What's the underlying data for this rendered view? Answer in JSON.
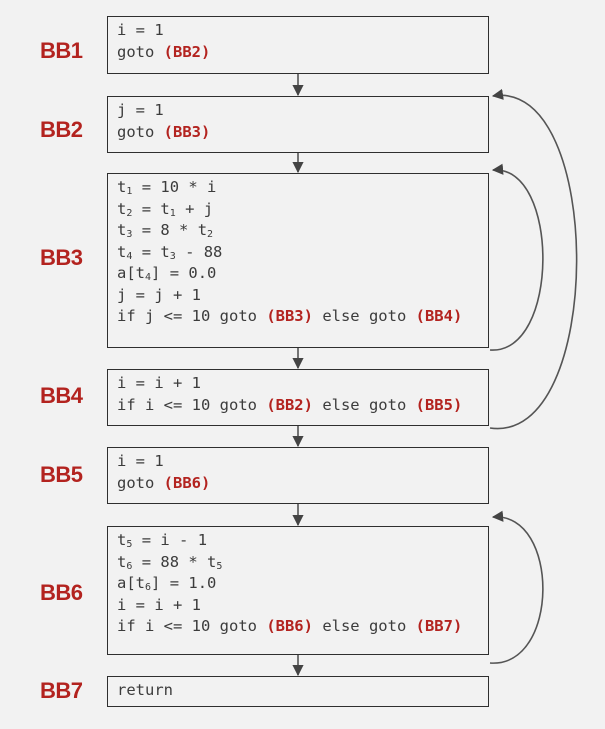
{
  "colors": {
    "accent": "#b3231f",
    "text": "#3c3c3c",
    "border": "#2f2f2f",
    "background": "#f2f2f2"
  },
  "blocks": [
    {
      "label": "BB1",
      "lines": [
        [
          {
            "t": "i = 1"
          }
        ],
        [
          {
            "t": "goto "
          },
          {
            "t": "(BB2)",
            "r": 1
          }
        ]
      ]
    },
    {
      "label": "BB2",
      "lines": [
        [
          {
            "t": "j = 1"
          }
        ],
        [
          {
            "t": "goto "
          },
          {
            "t": "(BB3)",
            "r": 1
          }
        ]
      ]
    },
    {
      "label": "BB3",
      "lines": [
        [
          {
            "t": "t"
          },
          {
            "t": "1",
            "s": 1
          },
          {
            "t": " = 10 * i"
          }
        ],
        [
          {
            "t": "t"
          },
          {
            "t": "2",
            "s": 1
          },
          {
            "t": " = t"
          },
          {
            "t": "1",
            "s": 1
          },
          {
            "t": " + j"
          }
        ],
        [
          {
            "t": "t"
          },
          {
            "t": "3",
            "s": 1
          },
          {
            "t": " = 8 * t"
          },
          {
            "t": "2",
            "s": 1
          }
        ],
        [
          {
            "t": "t"
          },
          {
            "t": "4",
            "s": 1
          },
          {
            "t": " = t"
          },
          {
            "t": "3",
            "s": 1
          },
          {
            "t": " - 88"
          }
        ],
        [
          {
            "t": "a[t"
          },
          {
            "t": "4",
            "s": 1
          },
          {
            "t": "] = 0.0"
          }
        ],
        [
          {
            "t": "j = j + 1"
          }
        ],
        [
          {
            "t": "if j <= 10 goto "
          },
          {
            "t": "(BB3)",
            "r": 1
          },
          {
            "t": " else goto "
          },
          {
            "t": "(BB4)",
            "r": 1
          }
        ]
      ]
    },
    {
      "label": "BB4",
      "lines": [
        [
          {
            "t": "i = i + 1"
          }
        ],
        [
          {
            "t": "if i <= 10 goto "
          },
          {
            "t": "(BB2)",
            "r": 1
          },
          {
            "t": " else goto "
          },
          {
            "t": "(BB5)",
            "r": 1
          }
        ]
      ]
    },
    {
      "label": "BB5",
      "lines": [
        [
          {
            "t": "i = 1"
          }
        ],
        [
          {
            "t": "goto "
          },
          {
            "t": "(BB6)",
            "r": 1
          }
        ]
      ]
    },
    {
      "label": "BB6",
      "lines": [
        [
          {
            "t": "t"
          },
          {
            "t": "5",
            "s": 1
          },
          {
            "t": " = i - 1"
          }
        ],
        [
          {
            "t": "t"
          },
          {
            "t": "6",
            "s": 1
          },
          {
            "t": " = 88 * t"
          },
          {
            "t": "5",
            "s": 1
          }
        ],
        [
          {
            "t": "a[t"
          },
          {
            "t": "6",
            "s": 1
          },
          {
            "t": "] = 1.0"
          }
        ],
        [
          {
            "t": "i = i + 1"
          }
        ],
        [
          {
            "t": "if i <= 10 goto "
          },
          {
            "t": "(BB6)",
            "r": 1
          },
          {
            "t": " else goto "
          },
          {
            "t": "(BB7)",
            "r": 1
          }
        ]
      ]
    },
    {
      "label": "BB7",
      "lines": [
        [
          {
            "t": "return"
          }
        ]
      ]
    }
  ],
  "back_edges": [
    {
      "from": "BB3",
      "to": "BB3"
    },
    {
      "from": "BB4",
      "to": "BB2"
    },
    {
      "from": "BB6",
      "to": "BB6"
    }
  ]
}
